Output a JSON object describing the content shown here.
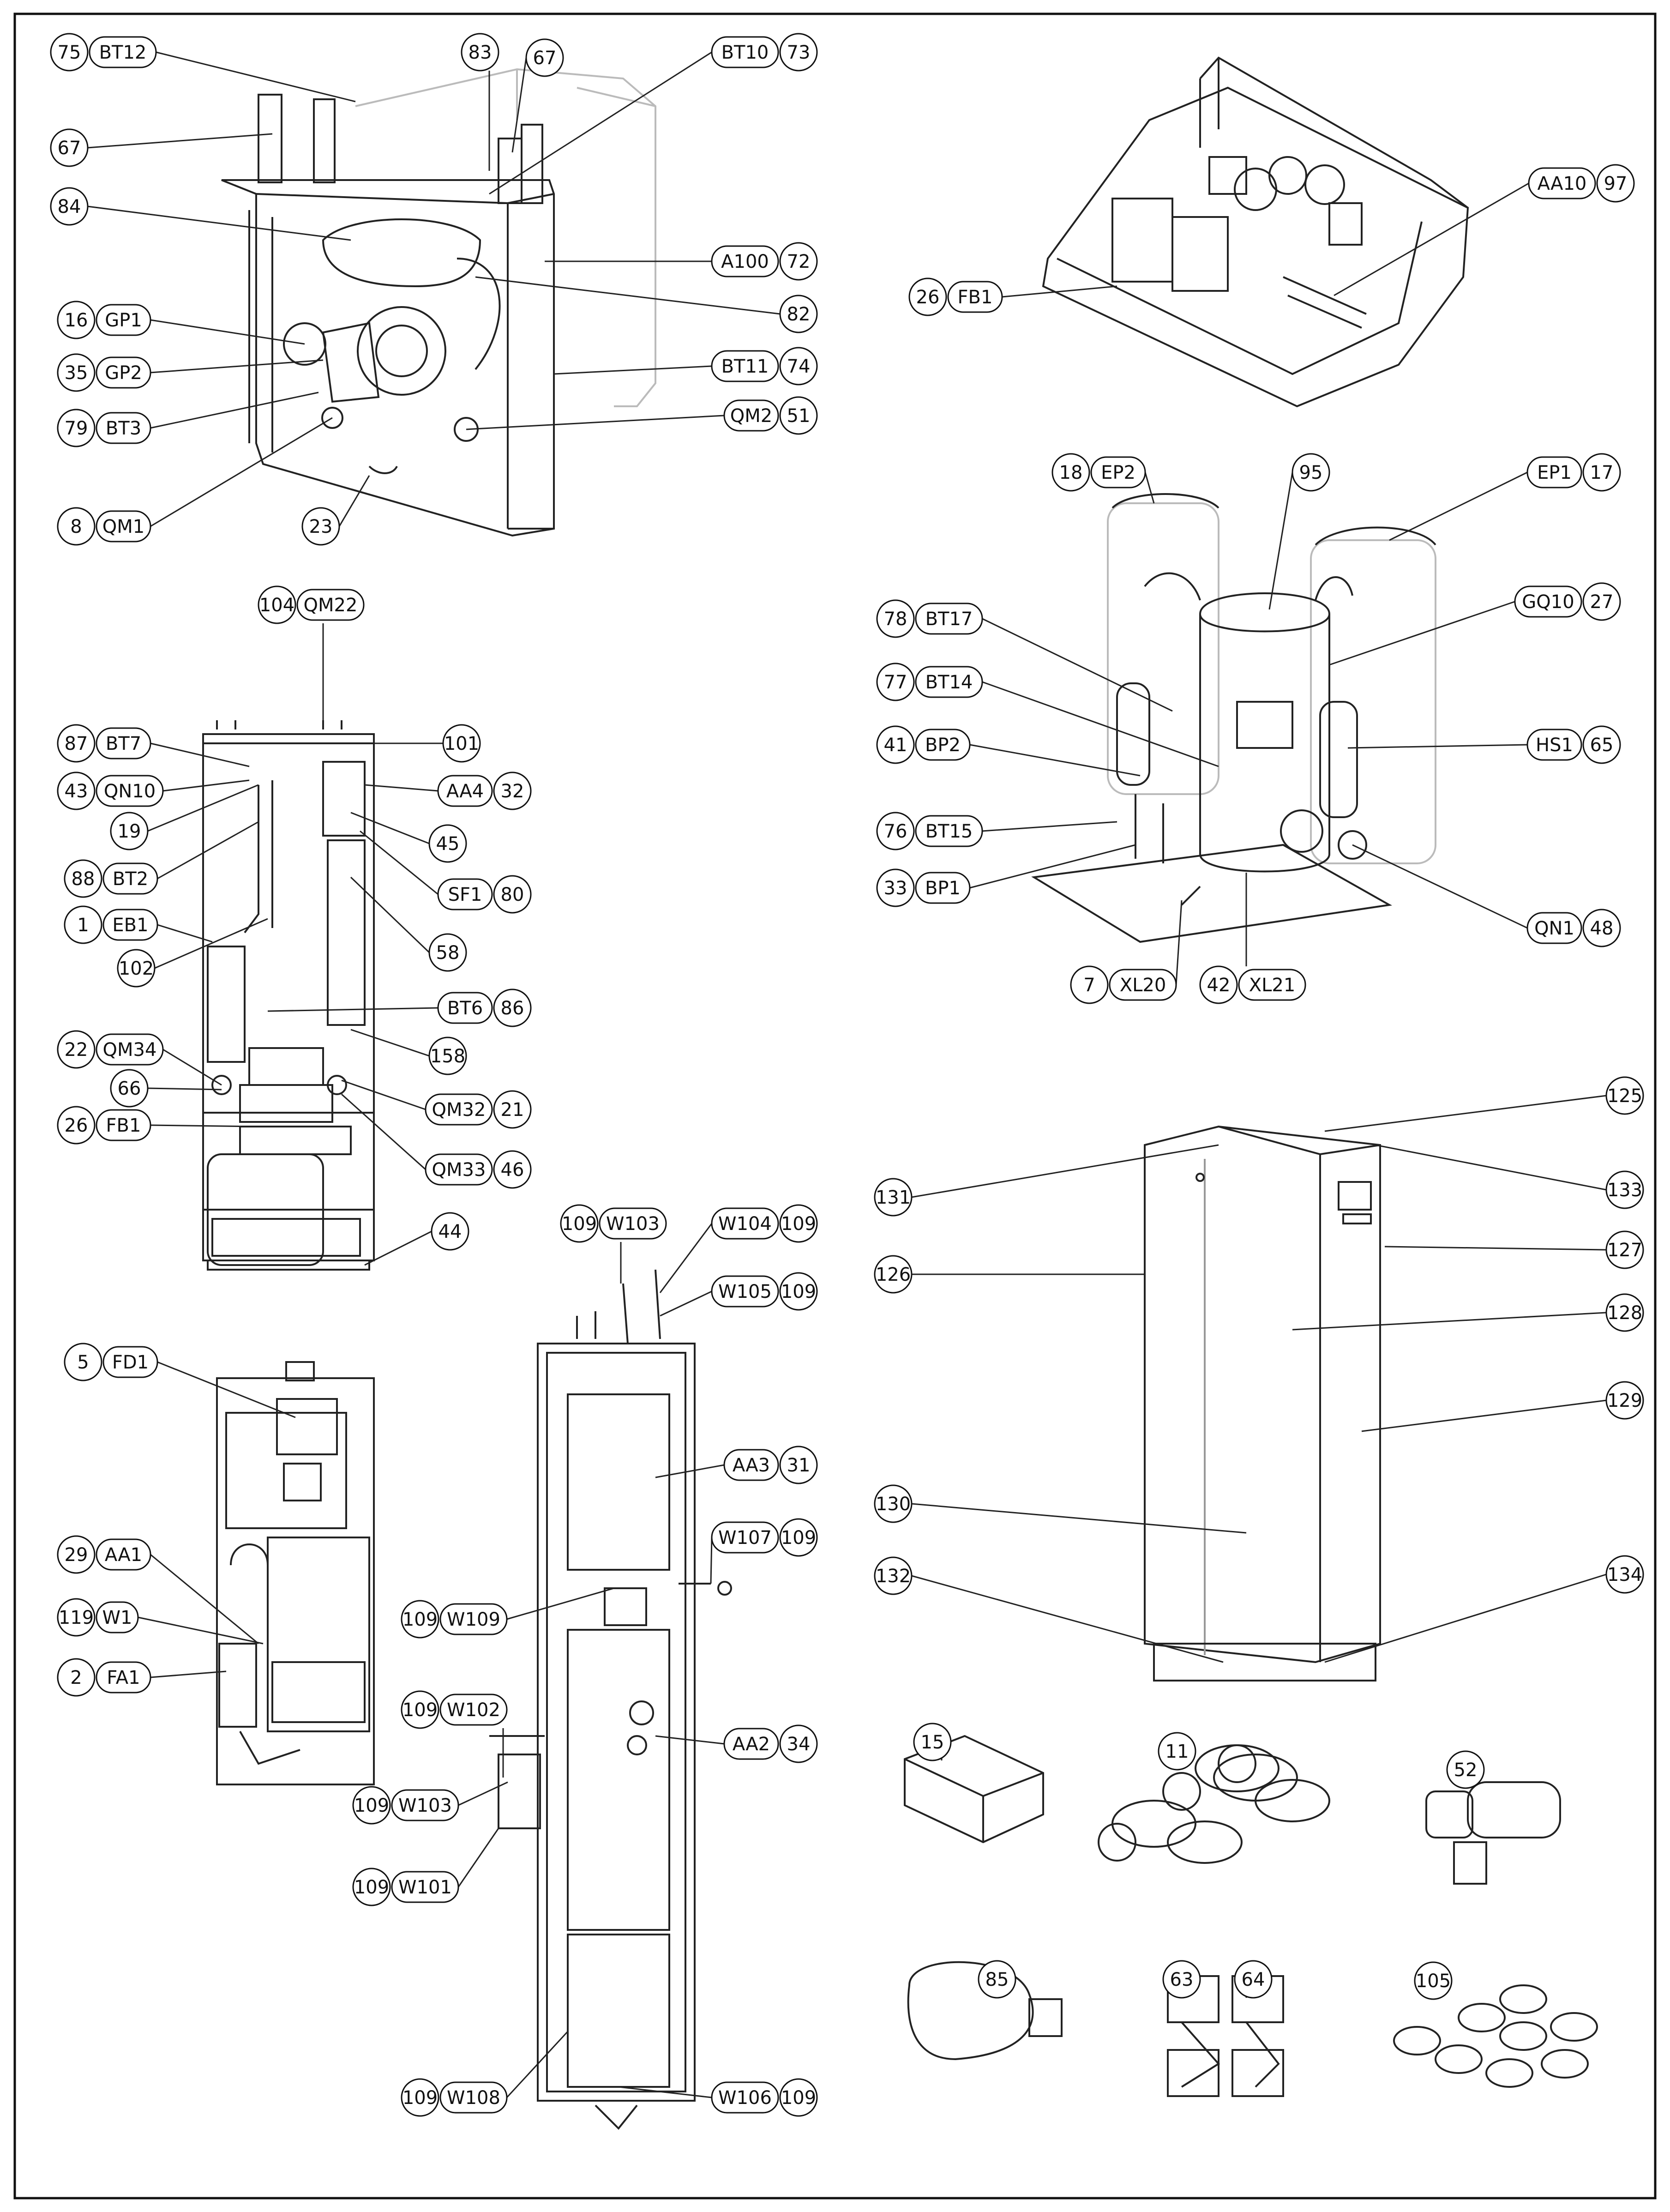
{
  "labels": [
    {
      "id": "l75",
      "num": "75",
      "code": "BT12"
    },
    {
      "id": "l83",
      "num": "83",
      "code": ""
    },
    {
      "id": "l67a",
      "num": "67",
      "code": ""
    },
    {
      "id": "l73",
      "num": "73",
      "code": "BT10"
    },
    {
      "id": "l67b",
      "num": "67",
      "code": ""
    },
    {
      "id": "l84",
      "num": "84",
      "code": ""
    },
    {
      "id": "l72",
      "num": "72",
      "code": "A100"
    },
    {
      "id": "l82",
      "num": "82",
      "code": ""
    },
    {
      "id": "l16",
      "num": "16",
      "code": "GP1"
    },
    {
      "id": "l35",
      "num": "35",
      "code": "GP2"
    },
    {
      "id": "l74",
      "num": "74",
      "code": "BT11"
    },
    {
      "id": "l79",
      "num": "79",
      "code": "BT3"
    },
    {
      "id": "l51",
      "num": "51",
      "code": "QM2"
    },
    {
      "id": "l8",
      "num": "8",
      "code": "QM1"
    },
    {
      "id": "l23",
      "num": "23",
      "code": ""
    },
    {
      "id": "l97",
      "num": "97",
      "code": "AA10"
    },
    {
      "id": "l26a",
      "num": "26",
      "code": "FB1"
    },
    {
      "id": "l18",
      "num": "18",
      "code": "EP2"
    },
    {
      "id": "l95",
      "num": "95",
      "code": ""
    },
    {
      "id": "l17",
      "num": "17",
      "code": "EP1"
    },
    {
      "id": "l78",
      "num": "78",
      "code": "BT17"
    },
    {
      "id": "l27",
      "num": "27",
      "code": "GQ10"
    },
    {
      "id": "l77",
      "num": "77",
      "code": "BT14"
    },
    {
      "id": "l41",
      "num": "41",
      "code": "BP2"
    },
    {
      "id": "l65",
      "num": "65",
      "code": "HS1"
    },
    {
      "id": "l76",
      "num": "76",
      "code": "BT15"
    },
    {
      "id": "l33",
      "num": "33",
      "code": "BP1"
    },
    {
      "id": "l48",
      "num": "48",
      "code": "QN1"
    },
    {
      "id": "l7",
      "num": "7",
      "code": "XL20"
    },
    {
      "id": "l42",
      "num": "42",
      "code": "XL21"
    },
    {
      "id": "l104",
      "num": "104",
      "code": "QM22"
    },
    {
      "id": "l87",
      "num": "87",
      "code": "BT7"
    },
    {
      "id": "l101",
      "num": "101",
      "code": ""
    },
    {
      "id": "l43",
      "num": "43",
      "code": "QN10"
    },
    {
      "id": "l32",
      "num": "32",
      "code": "AA4"
    },
    {
      "id": "l19",
      "num": "19",
      "code": ""
    },
    {
      "id": "l45",
      "num": "45",
      "code": ""
    },
    {
      "id": "l88",
      "num": "88",
      "code": "BT2"
    },
    {
      "id": "l80",
      "num": "80",
      "code": "SF1"
    },
    {
      "id": "l1",
      "num": "1",
      "code": "EB1"
    },
    {
      "id": "l102",
      "num": "102",
      "code": ""
    },
    {
      "id": "l58",
      "num": "58",
      "code": ""
    },
    {
      "id": "l86",
      "num": "86",
      "code": "BT6"
    },
    {
      "id": "l158",
      "num": "158",
      "code": ""
    },
    {
      "id": "l22",
      "num": "22",
      "code": "QM34"
    },
    {
      "id": "l66",
      "num": "66",
      "code": ""
    },
    {
      "id": "l21",
      "num": "21",
      "code": "QM32"
    },
    {
      "id": "l26b",
      "num": "26",
      "code": "FB1"
    },
    {
      "id": "l46",
      "num": "46",
      "code": "QM33"
    },
    {
      "id": "l44",
      "num": "44",
      "code": ""
    },
    {
      "id": "l125",
      "num": "125",
      "code": ""
    },
    {
      "id": "l131",
      "num": "131",
      "code": ""
    },
    {
      "id": "l133",
      "num": "133",
      "code": ""
    },
    {
      "id": "l127",
      "num": "127",
      "code": ""
    },
    {
      "id": "l126",
      "num": "126",
      "code": ""
    },
    {
      "id": "l128",
      "num": "128",
      "code": ""
    },
    {
      "id": "l129",
      "num": "129",
      "code": ""
    },
    {
      "id": "l130",
      "num": "130",
      "code": ""
    },
    {
      "id": "l132",
      "num": "132",
      "code": ""
    },
    {
      "id": "l134",
      "num": "134",
      "code": ""
    },
    {
      "id": "l109a",
      "num": "109",
      "code": "W103"
    },
    {
      "id": "l109b",
      "num": "109",
      "code": "W104"
    },
    {
      "id": "l109c",
      "num": "109",
      "code": "W105"
    },
    {
      "id": "l5",
      "num": "5",
      "code": "FD1"
    },
    {
      "id": "l31",
      "num": "31",
      "code": "AA3"
    },
    {
      "id": "l109d",
      "num": "109",
      "code": "W107"
    },
    {
      "id": "l29",
      "num": "29",
      "code": "AA1"
    },
    {
      "id": "l109e",
      "num": "109",
      "code": "W109"
    },
    {
      "id": "l119",
      "num": "119",
      "code": "W1"
    },
    {
      "id": "l2",
      "num": "2",
      "code": "FA1"
    },
    {
      "id": "l109f",
      "num": "109",
      "code": "W102"
    },
    {
      "id": "l34",
      "num": "34",
      "code": "AA2"
    },
    {
      "id": "l109g",
      "num": "109",
      "code": "W103"
    },
    {
      "id": "l109h",
      "num": "109",
      "code": "W101"
    },
    {
      "id": "l109i",
      "num": "109",
      "code": "W108"
    },
    {
      "id": "l109j",
      "num": "109",
      "code": "W106"
    },
    {
      "id": "l15",
      "num": "15",
      "code": ""
    },
    {
      "id": "l11",
      "num": "11",
      "code": ""
    },
    {
      "id": "l52",
      "num": "52",
      "code": ""
    },
    {
      "id": "l85",
      "num": "85",
      "code": ""
    },
    {
      "id": "l63",
      "num": "63",
      "code": ""
    },
    {
      "id": "l64",
      "num": "64",
      "code": ""
    },
    {
      "id": "l105",
      "num": "105",
      "code": ""
    }
  ]
}
